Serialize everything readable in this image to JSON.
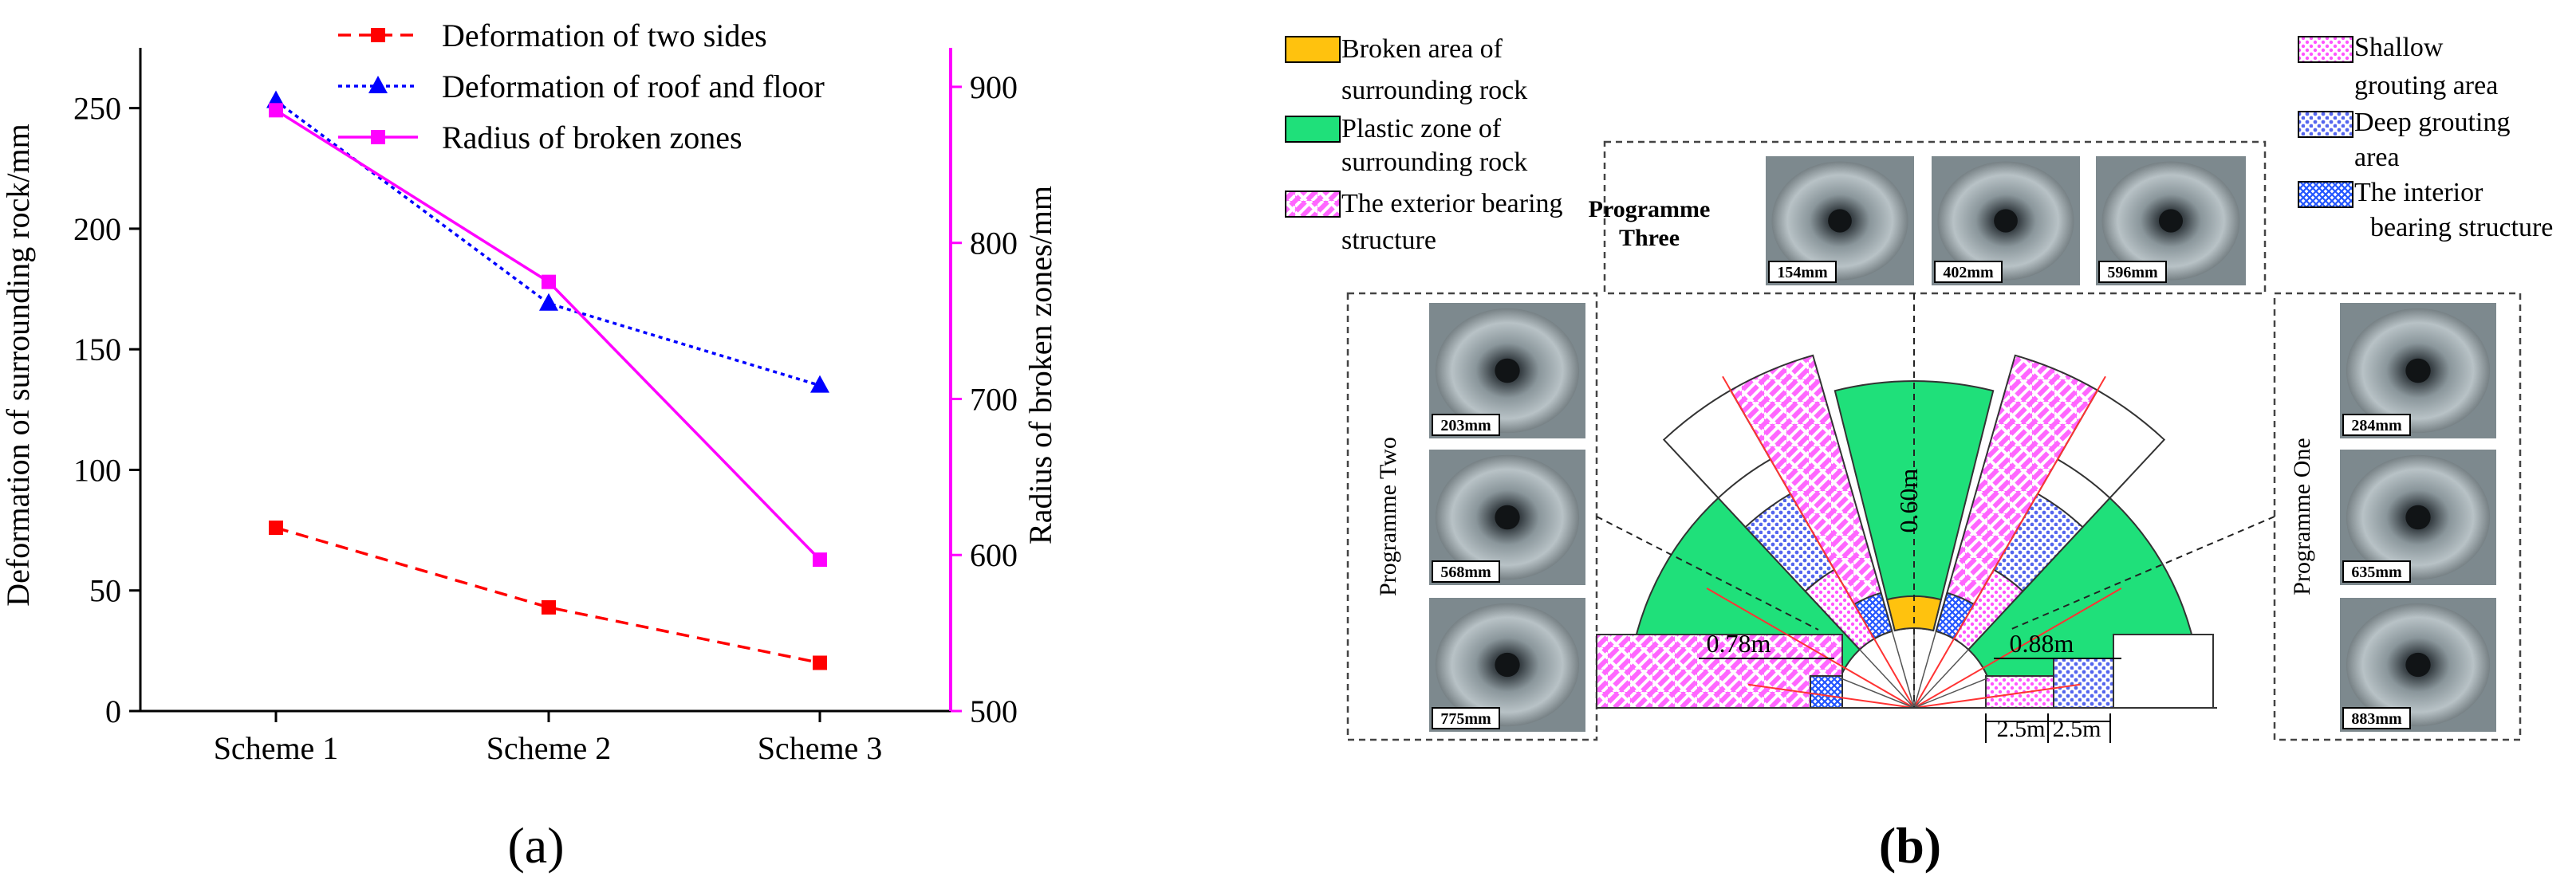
{
  "panel_a": {
    "caption": "(a)",
    "chart_data": {
      "type": "line",
      "categories": [
        "Scheme 1",
        "Scheme 2",
        "Scheme 3"
      ],
      "ylabel": "Deformation of surrounding rock/mm",
      "y2label": "Radius of broken zones/mm",
      "ylim": [
        0,
        275
      ],
      "y2lim": [
        500,
        925
      ],
      "yticks": [
        0,
        50,
        100,
        150,
        200,
        250
      ],
      "y2ticks": [
        500,
        600,
        700,
        800,
        900
      ],
      "grid": false,
      "legend_position": "top-right",
      "series": [
        {
          "name": "Deformation of two sides",
          "axis": "left",
          "color": "#ff0000",
          "dash": "dashed",
          "marker": "square",
          "values": [
            76,
            43,
            20
          ]
        },
        {
          "name": "Deformation of roof and floor",
          "axis": "left",
          "color": "#0000ff",
          "dash": "dotted",
          "marker": "triangle",
          "values": [
            253,
            169,
            135
          ]
        },
        {
          "name": "Radius of broken zones",
          "axis": "right",
          "color": "#ff00ff",
          "dash": "solid",
          "marker": "square",
          "values": [
            885,
            775,
            597
          ]
        }
      ]
    }
  },
  "panel_b": {
    "caption": "(b)",
    "legend_left": [
      {
        "lines": [
          "Broken area of",
          "surrounding rock"
        ],
        "color": "#ffc20e",
        "pattern": "solid"
      },
      {
        "lines": [
          "Plastic zone of",
          "surrounding rock"
        ],
        "color": "#1fe07a",
        "pattern": "solid"
      },
      {
        "lines": [
          "The exterior bearing",
          "structure"
        ],
        "color": "#ff66ff",
        "pattern": "brick"
      }
    ],
    "legend_right": [
      {
        "lines": [
          "Shallow",
          "grouting area"
        ],
        "color": "#ff66ff",
        "pattern": "dots"
      },
      {
        "lines": [
          "Deep grouting",
          "area"
        ],
        "color": "#6677ff",
        "pattern": "dots"
      },
      {
        "lines": [
          "The interior",
          "bearing structure"
        ],
        "color": "#3366ff",
        "pattern": "grid"
      }
    ],
    "programme_three": {
      "label": [
        "Programme",
        "Three"
      ],
      "photos": [
        "154mm",
        "402mm",
        "596mm"
      ]
    },
    "programme_two": {
      "label": "Programme Two",
      "photos": [
        "203mm",
        "568mm",
        "775mm"
      ]
    },
    "programme_one": {
      "label": "Programme One",
      "photos": [
        "284mm",
        "635mm",
        "883mm"
      ]
    },
    "dimensions": {
      "top": "0.60m",
      "left": "0.78m",
      "right": "0.88m",
      "bottom_a": "2.5m",
      "bottom_b": "2.5m"
    }
  }
}
